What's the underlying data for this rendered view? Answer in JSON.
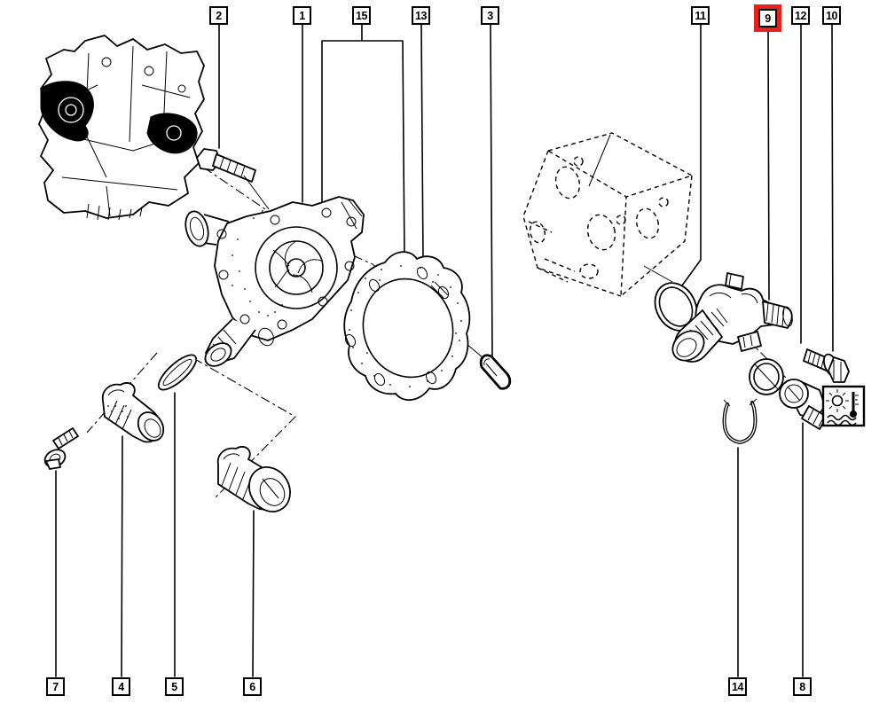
{
  "diagram": {
    "type": "exploded-parts-diagram",
    "selected_callout_label": "9",
    "colors": {
      "background": "#ffffff",
      "line": "#000000",
      "highlight": "#e8211d"
    },
    "icons": {
      "coolant_temperature": "coolant-temperature-icon"
    }
  },
  "callouts": [
    {
      "label": "2",
      "highlighted": false
    },
    {
      "label": "1",
      "highlighted": false
    },
    {
      "label": "15",
      "highlighted": false
    },
    {
      "label": "13",
      "highlighted": false
    },
    {
      "label": "3",
      "highlighted": false
    },
    {
      "label": "11",
      "highlighted": false
    },
    {
      "label": "9",
      "highlighted": true
    },
    {
      "label": "12",
      "highlighted": false
    },
    {
      "label": "10",
      "highlighted": false
    },
    {
      "label": "7",
      "highlighted": false
    },
    {
      "label": "4",
      "highlighted": false
    },
    {
      "label": "5",
      "highlighted": false
    },
    {
      "label": "6",
      "highlighted": false
    },
    {
      "label": "14",
      "highlighted": false
    },
    {
      "label": "8",
      "highlighted": false
    }
  ]
}
